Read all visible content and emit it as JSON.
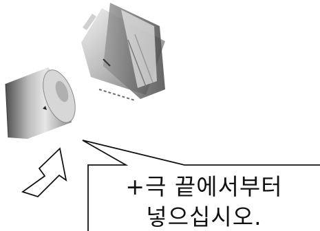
{
  "callout": {
    "line1": "+극 끝에서부터",
    "line2": "넣으십시오."
  },
  "colors": {
    "outline": "#111111",
    "metal_light": "#e8e8e8",
    "metal_mid": "#a9a9a9",
    "metal_dark": "#5a5a5a",
    "background": "#ffffff"
  },
  "icons": {
    "battery": "battery-illustration",
    "cap": "battery-cap-illustration",
    "arrow": "insert-direction-arrow-icon"
  }
}
